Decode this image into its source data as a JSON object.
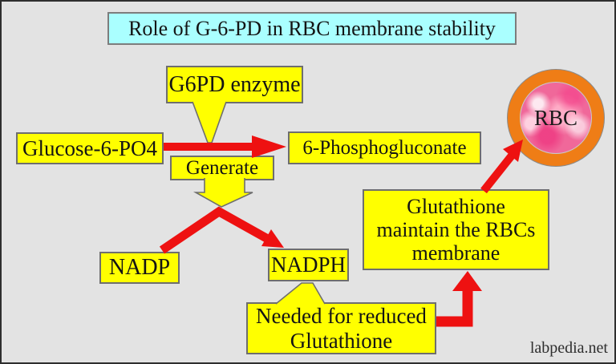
{
  "title": "Role of G-6-PD in RBC membrane stability",
  "nodes": {
    "g6pd_enzyme": "G6PD enzyme",
    "glucose": "Glucose-6-PO4",
    "phosphogluconate": "6-Phosphogluconate",
    "generate": "Generate",
    "nadp": "NADP",
    "nadph": "NADPH",
    "needed": {
      "line1": "Needed for reduced",
      "line2": "Glutathione"
    },
    "glutathione": {
      "line1": "Glutathione",
      "line2": "maintain the RBCs",
      "line3": "membrane"
    },
    "rbc": "RBC"
  },
  "watermark": "labpedia.net",
  "colors": {
    "background": "#e3e3e3",
    "box_fill": "#ffff00",
    "title_fill": "#aaffff",
    "box_border": "#6e6e6e",
    "arrow_red": "#ee1111",
    "rbc_ring": "#ef7d16",
    "rbc_cell_pink": "#f0689a",
    "text": "#141414"
  }
}
